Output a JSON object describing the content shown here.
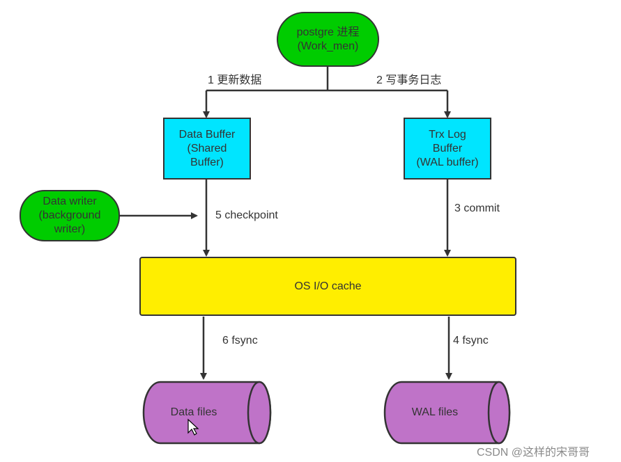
{
  "nodes": {
    "postgre": "postgre 进程\n(Work_men)",
    "data_buffer": "Data Buffer\n(Shared\nBuffer)",
    "trx_log": "Trx Log\nBuffer\n(WAL buffer)",
    "data_writer": "Data writer\n(background\nwriter)",
    "os_cache": "OS I/O cache",
    "data_files": "Data files",
    "wal_files": "WAL files"
  },
  "edges": {
    "update_data": "1 更新数据",
    "write_log": "2 写事务日志",
    "commit": "3 commit",
    "fsync_wal": "4 fsync",
    "checkpoint": "5 checkpoint",
    "fsync_data": "6 fsync"
  },
  "watermark": "CSDN @这样的宋哥哥",
  "colors": {
    "process": "#00cc00",
    "buffer": "#00e5ff",
    "cache": "#ffee00",
    "files": "#bf73c8",
    "line": "#333333"
  }
}
